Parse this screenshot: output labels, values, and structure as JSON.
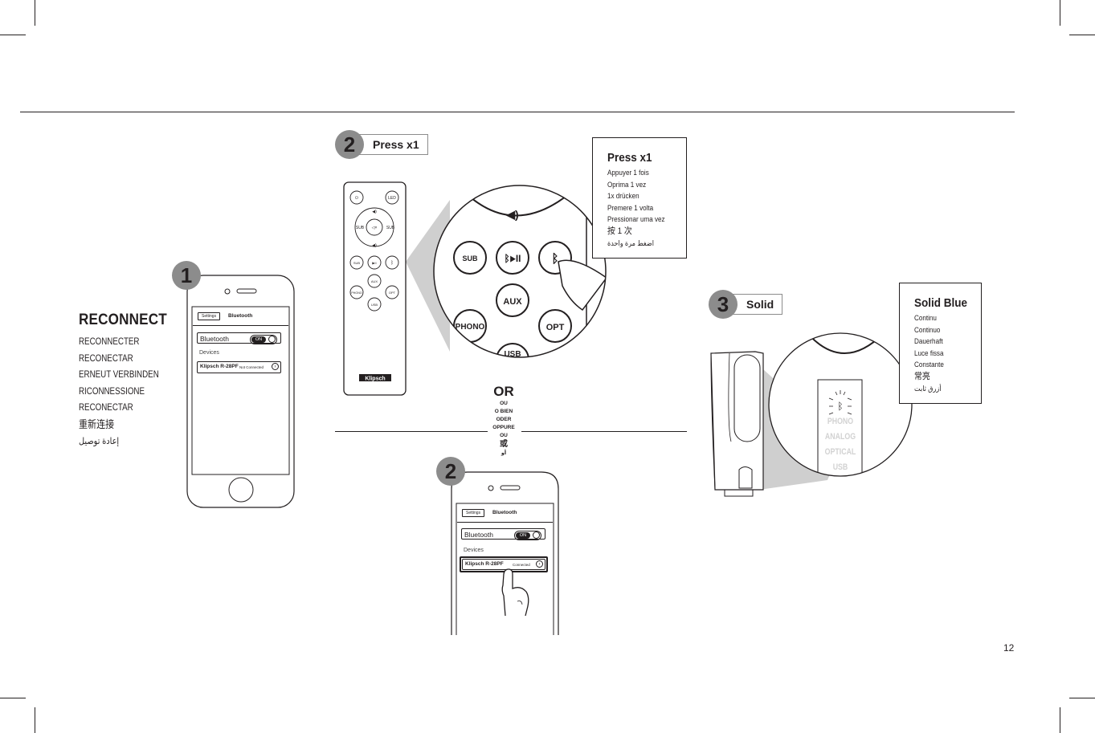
{
  "page": {
    "number": "12"
  },
  "reconnect": {
    "title": "RECONNECT",
    "translations": [
      "RECONNECTER",
      "RECONECTAR",
      "ERNEUT VERBINDEN",
      "RICONNESSIONE",
      "RECONECTAR",
      "重新连接",
      "إعادة توصيل"
    ]
  },
  "steps": {
    "step1": {
      "number": "1"
    },
    "step2": {
      "number": "2",
      "label": "Press x1"
    },
    "step2b": {
      "number": "2"
    },
    "step3": {
      "number": "3",
      "label": "Solid"
    }
  },
  "press_box": {
    "title": "Press x1",
    "lines": [
      "Appuyer 1 fois",
      "Oprima 1 vez",
      "1x drücken",
      "Premere 1 volta",
      "Pressionar uma vez",
      "按 1 次",
      "اضغط مرة واحدة"
    ]
  },
  "solid_box": {
    "title": "Solid Blue",
    "lines": [
      "Continu",
      "Continuo",
      "Dauerhaft",
      "Luce fissa",
      "Constante",
      "常亮",
      "أزرق ثابت"
    ]
  },
  "or_block": {
    "main": "OR",
    "alts": [
      "OU",
      "O BIEN",
      "ODER",
      "OPPURE",
      "OU"
    ],
    "cjk": "或",
    "arabic": "أو"
  },
  "phone1": {
    "nav_back": "Settings",
    "nav_title": "Bluetooth",
    "bt_label": "Bluetooth",
    "toggle": "ON",
    "devices_label": "Devices",
    "device_name": "Klipsch R-28PF",
    "device_status": "Not Connected"
  },
  "phone2": {
    "nav_back": "Settings",
    "nav_title": "Bluetooth",
    "bt_label": "Bluetooth",
    "toggle": "ON",
    "devices_label": "Devices",
    "device_name": "Klipsch R-28PF",
    "device_status": "Connected"
  },
  "remote": {
    "brand": "Klipsch",
    "buttons": [
      "SUB",
      "SUB",
      "PHONO",
      "AUX",
      "OPT",
      "USB"
    ]
  },
  "zoom_remote": {
    "buttons": [
      "SUB",
      "AUX",
      "PHONO",
      "OPT",
      "USB"
    ]
  },
  "speaker_zoom": {
    "inputs": [
      "PHONO",
      "ANALOG",
      "OPTICAL",
      "USB"
    ]
  },
  "icon_names": [
    "power-icon",
    "led-icon",
    "volume-up-icon",
    "volume-down-icon",
    "mute-icon",
    "bluetooth-icon",
    "bluetooth-play-pause-icon",
    "finger-icon"
  ]
}
